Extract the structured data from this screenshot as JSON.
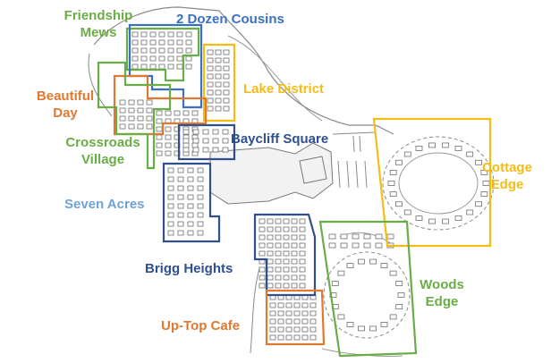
{
  "colors": {
    "green": "#6aac46",
    "blue_dark": "#2f4f8f",
    "blue_mid": "#3b6fc0",
    "blue_light": "#6fa2d6",
    "orange": "#e2782f",
    "yellow": "#f4bd16",
    "drawing": "#7a7a7a"
  },
  "zones": [
    {
      "id": "friendship-mews",
      "lines": [
        "Friendship",
        "Mews"
      ],
      "color": "green"
    },
    {
      "id": "2-dozen-cousins",
      "lines": [
        "2 Dozen Cousins"
      ],
      "color": "blue_mid"
    },
    {
      "id": "lake-district",
      "lines": [
        "Lake District"
      ],
      "color": "yellow"
    },
    {
      "id": "beautiful-day",
      "lines": [
        "Beautiful",
        "Day"
      ],
      "color": "orange"
    },
    {
      "id": "crossroads-village",
      "lines": [
        "Crossroads",
        "Village"
      ],
      "color": "green"
    },
    {
      "id": "baycliff-square",
      "lines": [
        "Baycliff Square"
      ],
      "color": "blue_dark"
    },
    {
      "id": "seven-acres",
      "lines": [
        "Seven Acres"
      ],
      "color": "blue_light"
    },
    {
      "id": "cottage-edge",
      "lines": [
        "Cottage",
        "Edge"
      ],
      "color": "yellow"
    },
    {
      "id": "brigg-heights",
      "lines": [
        "Brigg Heights"
      ],
      "color": "blue_dark"
    },
    {
      "id": "woods-edge",
      "lines": [
        "Woods",
        "Edge"
      ],
      "color": "green"
    },
    {
      "id": "up-top-cafe",
      "lines": [
        "Up-Top Cafe"
      ],
      "color": "orange"
    }
  ]
}
